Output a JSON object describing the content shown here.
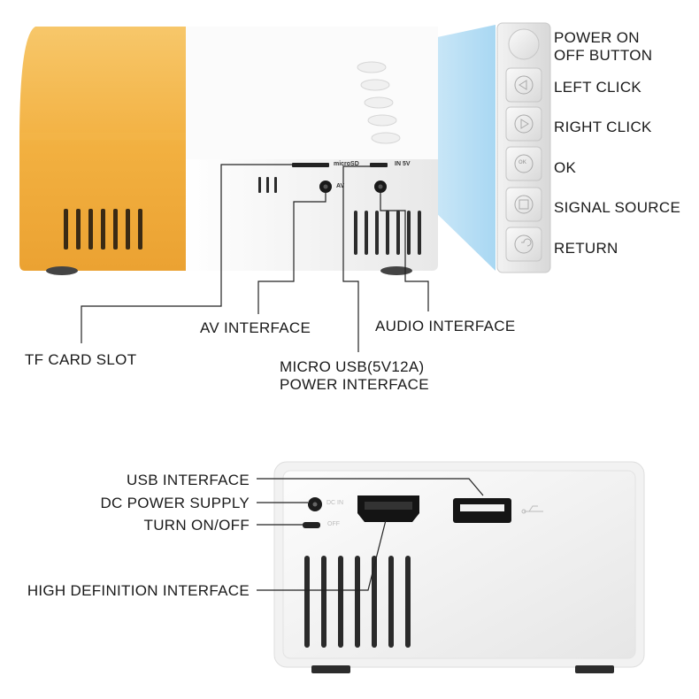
{
  "top_view": {
    "port_prints": {
      "microsd": "microSD",
      "in_5v": "IN 5V",
      "av": "AV"
    },
    "button_labels": {
      "power": "POWER ON\nOFF BUTTON",
      "left": "LEFT CLICK",
      "right": "RIGHT CLICK",
      "ok": "OK",
      "source": "SIGNAL SOURCE",
      "return": "RETURN"
    },
    "button_glyphs": {
      "ok": "OK"
    },
    "callouts": {
      "tf_card": "TF CARD SLOT",
      "av": "AV INTERFACE",
      "audio": "AUDIO INTERFACE",
      "micro_usb": "MICRO USB(5V12A)\nPOWER INTERFACE"
    }
  },
  "bottom_view": {
    "port_prints": {
      "dc_in": "DC IN",
      "off": "OFF"
    },
    "callouts": {
      "usb": "USB INTERFACE",
      "dc": "DC POWER SUPPLY",
      "switch": "TURN ON/OFF",
      "hdmi": "HIGH DEFINITION INTERFACE"
    }
  },
  "colors": {
    "shell_orange": "#f1b14a",
    "shell_white": "#f6f6f6",
    "projection_blue": "#cfe9f8",
    "leader_line": "#222222"
  }
}
